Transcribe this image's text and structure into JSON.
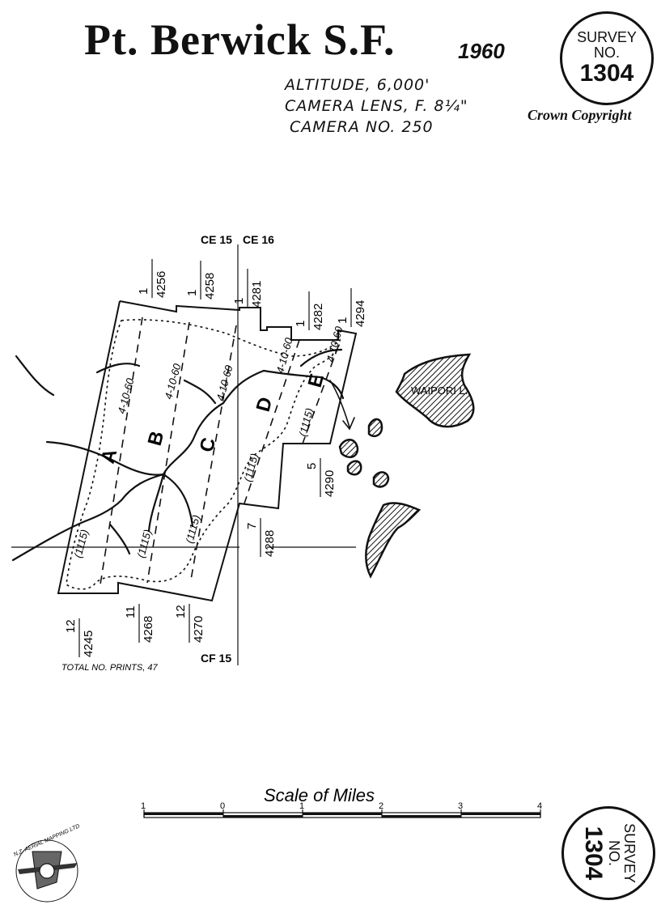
{
  "header": {
    "title": "Pt. Berwick S.F.",
    "year": "1960",
    "altitude": "ALTITUDE, 6,000'",
    "camera_lens": "CAMERA LENS, F. 8¼\"",
    "camera_no": "CAMERA NO. 250",
    "copyright": "Crown Copyright"
  },
  "stamp": {
    "line1": "SURVEY",
    "line2": "NO.",
    "number": "1304"
  },
  "map": {
    "grid_labels": {
      "ce15": "CE 15",
      "ce16": "CE 16",
      "cf15": "CF 15"
    },
    "runs": [
      {
        "letter": "A",
        "date": "4-10-60",
        "code": "(1115)"
      },
      {
        "letter": "B",
        "date": "4-10-60",
        "code": "(1115)"
      },
      {
        "letter": "C",
        "date": "4-10-60",
        "code": "(1115)"
      },
      {
        "letter": "D",
        "date": "4-10-60",
        "code": "(1115)"
      },
      {
        "letter": "E",
        "date": "4-10-60",
        "code": "(1115)"
      }
    ],
    "print_refs_top": [
      {
        "count": "1",
        "number": "4256"
      },
      {
        "count": "1",
        "number": "4258"
      },
      {
        "count": "1",
        "number": "4281"
      },
      {
        "count": "1",
        "number": "4282"
      },
      {
        "count": "1",
        "number": "4294"
      }
    ],
    "print_refs_bottom": [
      {
        "count": "12",
        "number": "4245"
      },
      {
        "count": "11",
        "number": "4268"
      },
      {
        "count": "12",
        "number": "4270"
      }
    ],
    "print_refs_mid": [
      {
        "count": "7",
        "number": "4288"
      },
      {
        "count": "5",
        "number": "4290"
      }
    ],
    "lake_label": "WAIPORI L.",
    "total_prints": "TOTAL NO. PRINTS, 47"
  },
  "scale": {
    "title": "Scale of Miles",
    "ticks": [
      "1",
      "0",
      "1",
      "2",
      "3",
      "4"
    ]
  },
  "logo": {
    "text": "N.Z. AERIAL MAPPING LTD"
  }
}
